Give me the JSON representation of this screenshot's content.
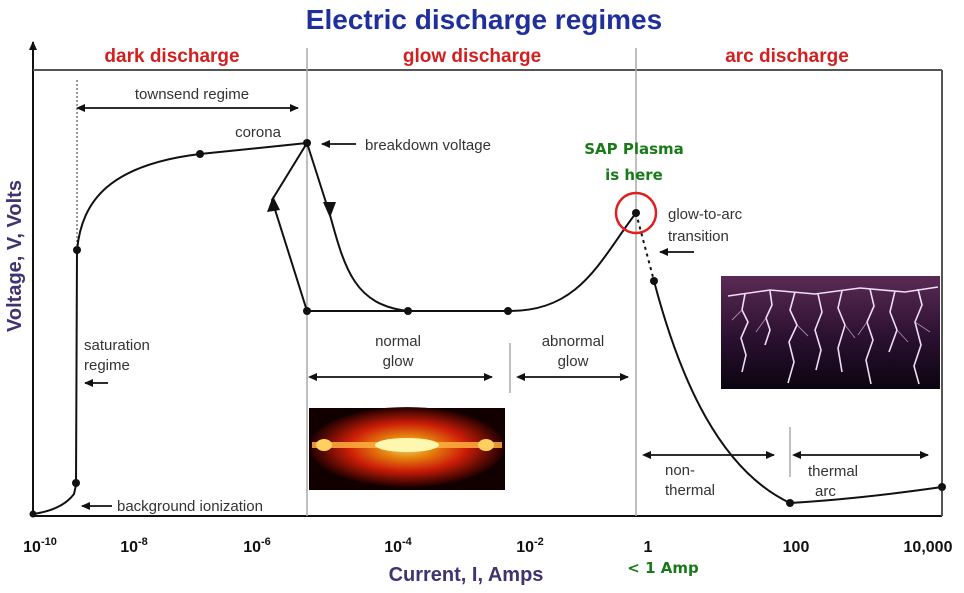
{
  "title": "Electric discharge regimes",
  "regions": {
    "dark": "dark discharge",
    "glow": "glow discharge",
    "arc": "arc discharge"
  },
  "axes": {
    "y_label": "Voltage, V, Volts",
    "x_label": "Current, I, Amps",
    "x_ticks": [
      {
        "base": "10",
        "exp": "-10"
      },
      {
        "base": "10",
        "exp": "-8"
      },
      {
        "base": "10",
        "exp": "-6"
      },
      {
        "base": "10",
        "exp": "-4"
      },
      {
        "base": "10",
        "exp": "-2"
      },
      {
        "base": "1",
        "exp": ""
      },
      {
        "base": "100",
        "exp": ""
      },
      {
        "base": "10,000",
        "exp": ""
      }
    ]
  },
  "annotations": {
    "townsend": "townsend regime",
    "corona": "corona",
    "breakdown": "breakdown voltage",
    "saturation_1": "saturation",
    "saturation_2": "regime",
    "background": "background ionization",
    "normal_1": "normal",
    "normal_2": "glow",
    "abnormal_1": "abnormal",
    "abnormal_2": "glow",
    "glow_arc_1": "glow-to-arc",
    "glow_arc_2": "transition",
    "nonthermal_1": "non-",
    "nonthermal_2": "thermal",
    "thermal_1": "thermal",
    "thermal_2": "arc"
  },
  "highlight": {
    "line1": "SAP Plasma",
    "line2": "is here",
    "amp": "< 1 Amp",
    "color": "#1a7a1a",
    "circle_color": "#e02020"
  },
  "colors": {
    "title": "#1f2f9c",
    "region": "#d41f1f",
    "axis_label": "#3e3470"
  }
}
